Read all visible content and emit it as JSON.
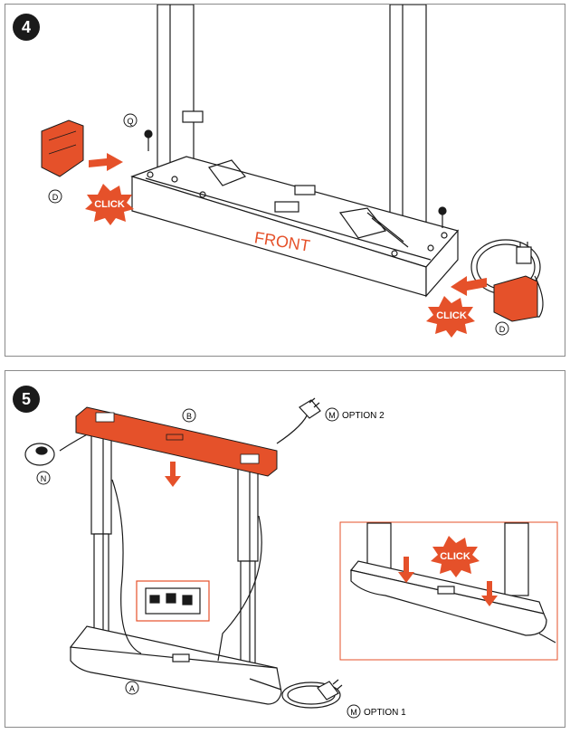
{
  "colors": {
    "accent": "#e5512a",
    "line": "#1a1a1a",
    "frame": "#8a8a8a"
  },
  "step4": {
    "number": "4",
    "front_label": "FRONT",
    "click_label": "CLICK",
    "part_d": "D",
    "part_q": "Q"
  },
  "step5": {
    "number": "5",
    "click_label": "CLICK",
    "part_a": "A",
    "part_b": "B",
    "part_n": "N",
    "part_m": "M",
    "option2": "OPTION 2",
    "option1": "OPTION 1"
  }
}
